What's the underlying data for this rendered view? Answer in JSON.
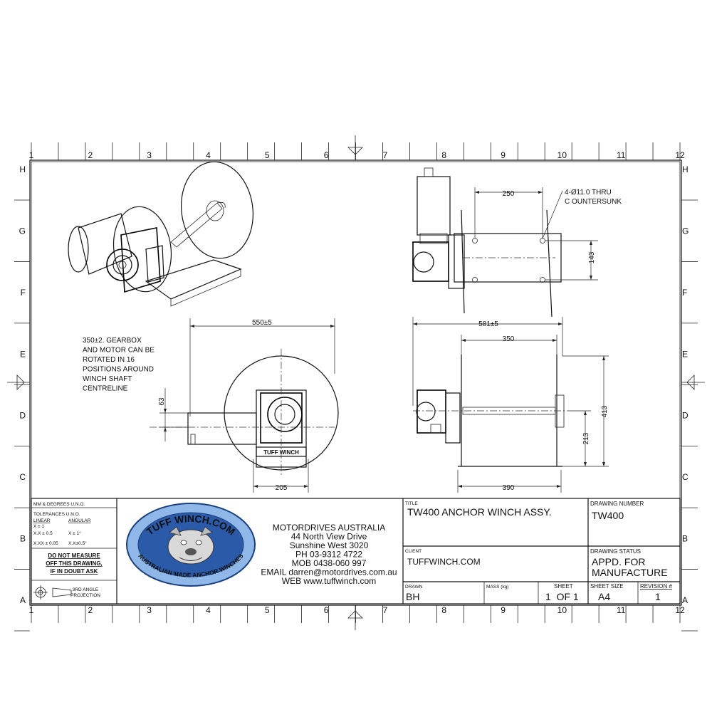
{
  "grid": {
    "columns": [
      "1",
      "2",
      "3",
      "4",
      "5",
      "6",
      "7",
      "8",
      "9",
      "10",
      "11",
      "12"
    ],
    "rows": [
      "H",
      "G",
      "F",
      "E",
      "D",
      "C",
      "B",
      "A"
    ]
  },
  "views": {
    "note": [
      "350±2. GEARBOX",
      "AND MOTOR CAN BE",
      "ROTATED IN 16",
      "POSITIONS AROUND",
      "WINCH SHAFT",
      "CENTRELINE"
    ],
    "front": {
      "dim_overall": "550±5",
      "dim_offset": "63",
      "dim_base": "205",
      "brand_plate": "TUFF WINCH"
    },
    "side": {
      "dim_overall": "581±5",
      "dim_inner": "350",
      "dim_height": "413",
      "dim_centre": "213",
      "dim_base": "390"
    },
    "top": {
      "dim_holes": "250",
      "dim_hole_spacing": "143",
      "hole_note": [
        "4-Ø11.0 THRU",
        "C OUNTERSUNK"
      ]
    }
  },
  "title_block": {
    "units": "MM & DEGREES U.N.O.",
    "tolerances": {
      "title": "TOLERANCES U.N.O.",
      "linear_label": "LINEAR",
      "angular_label": "ANGULAR",
      "rows": [
        {
          "linear": "X ± 1",
          "angular": ""
        },
        {
          "linear": "X.X ± 0.5",
          "angular": "X ± 1°"
        },
        {
          "linear": "X.XX ± 0.05",
          "angular": "X.X±0.5°"
        }
      ]
    },
    "warning": [
      "DO NOT MEASURE",
      "OFF THIS DRAWING,",
      "IF IN DOUBT ASK"
    ],
    "projection": [
      "3RD ANGLE",
      "PROJECTION"
    ],
    "logo": {
      "top_text": "TUFF WINCH.COM",
      "bottom_text": "AUSTRALIAN MADE ANCHOR WINCHES"
    },
    "company": [
      "MOTORDRIVES AUSTRALIA",
      "44 North View Drive",
      "Sunshine West 3020",
      "PH 03-9312 4722",
      "MOB 0438-060 997",
      "EMAIL darren@motordrives.com.au",
      "WEB www.tuffwinch.com"
    ],
    "fields": {
      "title_label": "TITLE",
      "title_value": "TW400 ANCHOR WINCH ASSY.",
      "drawing_number_label": "DRAWING NUMBER",
      "drawing_number_value": "TW400",
      "client_label": "CLIENT",
      "client_value": "TUFFWINCH.COM",
      "drawing_status_label": "DRAWING STATUS",
      "drawing_status_value": [
        "APPD. FOR",
        "MANUFACTURE"
      ],
      "drawn_label": "DRAWN",
      "drawn_value": "BH",
      "mass_label": "MASS (kg)",
      "mass_value": "",
      "sheet_label": "SHEET",
      "sheet_value": "1  OF 1",
      "sheet_size_label": "SHEET SIZE",
      "sheet_size_value": "A4",
      "revision_label": "REVISION #",
      "revision_value": "1"
    }
  },
  "colors": {
    "line": "#111111",
    "logo_blue": "#2a5aa8",
    "logo_light": "#8fb8e8",
    "logo_ring": "#1c3f7e"
  }
}
